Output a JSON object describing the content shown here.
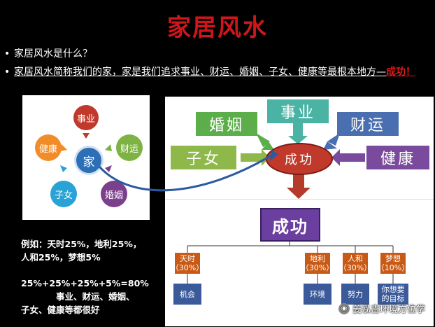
{
  "slide": {
    "title": "家居风水",
    "bullets": [
      {
        "text": "家居风水是什么？"
      },
      {
        "text_main": "家居风水简称我们的家，家是我们追求事业、财运、婚姻、子女、健康等最根本地方—",
        "text_red": "成功！"
      }
    ]
  },
  "left_diagram": {
    "center": "家",
    "nodes": {
      "top": "事业",
      "right_top": "财运",
      "right_bottom": "婚姻",
      "left_bottom": "子女",
      "left_top": "健康"
    },
    "colors": {
      "top": "#c0392b",
      "right_top": "#7cb342",
      "right_bottom": "#7b3f8c",
      "left_bottom": "#29a3d6",
      "left_top": "#f28c28",
      "center": "#2c6fb7"
    }
  },
  "right_panel": {
    "center": "成功",
    "boxes": {
      "top": "事业",
      "top_left": "婚姻",
      "top_right": "财运",
      "left": "子女",
      "right": "健康"
    },
    "colors": {
      "top": "#4ab3a4",
      "top_left": "#5cae4a",
      "top_right": "#4a6fb0",
      "left": "#8fb84a",
      "right": "#7a4b9c",
      "center": "#c0392b"
    }
  },
  "org_chart": {
    "root": "成功",
    "branches": [
      {
        "top": "天时\n（30%）",
        "bottom": "机会"
      },
      {
        "top": "地利\n（30%）",
        "bottom": "环境"
      },
      {
        "top": "人和\n（30%）",
        "bottom": "努力"
      },
      {
        "top": "梦想\n（10%）",
        "bottom": "你想要\n的目标"
      }
    ]
  },
  "example": {
    "line1": "例如：天时25%，地利25%，",
    "line2": "人和25%，梦想5%",
    "line3": "25%+25%+25%+5%=80%",
    "line4": "事业、财运、婚姻、",
    "line5": "子女、健康等都很好"
  },
  "watermark": {
    "text": "姜泓吉环境方位学",
    "icon": "wechat-icon"
  }
}
